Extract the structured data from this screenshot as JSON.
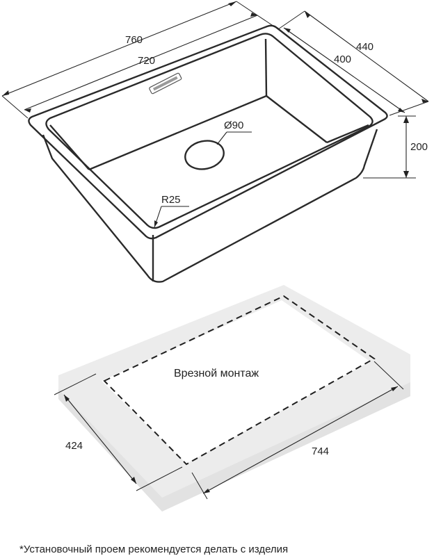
{
  "dimensions": {
    "overall_length": "760",
    "inner_length": "720",
    "overall_width": "440",
    "inner_width": "400",
    "depth": "200",
    "drain": "Ø90",
    "corner_radius": "R25"
  },
  "cutout": {
    "title": "Врезной монтаж",
    "width": "424",
    "length": "744"
  },
  "footnote": "*Установочный проем рекомендуется делать с изделия",
  "colors": {
    "line": "#222222",
    "countertop": "#ececec",
    "background": "#ffffff"
  }
}
